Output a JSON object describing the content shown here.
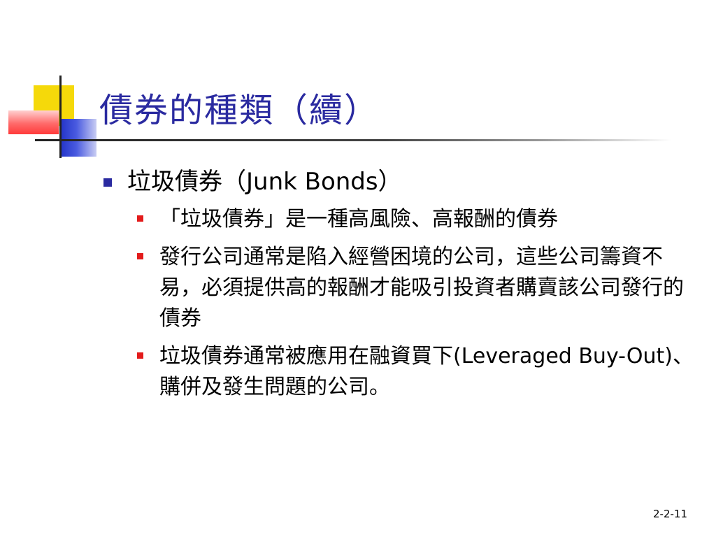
{
  "slide": {
    "title": "債券的種類（續）",
    "bullets": [
      {
        "text_zh": "垃圾債券（",
        "text_en": "Junk Bonds",
        "text_end": "）",
        "sub": [
          {
            "text": "「垃圾債券」是一種高風險、高報酬的債券"
          },
          {
            "text": "發行公司通常是陷入經營困境的公司，這些公司籌資不易，必須提供高的報酬才能吸引投資者購賣該公司發行的債券"
          },
          {
            "text_zh": "垃圾債券通常被應用在融資買下",
            "text_en": "(Leveraged Buy-Out)",
            "text_end": "、購併及發生問題的公司。"
          }
        ]
      }
    ],
    "page_number": "2-2-11",
    "colors": {
      "title": "#2a2aa0",
      "bullet_l1": "#2a2aa0",
      "bullet_l2": "#e31b1b",
      "deco_yellow": "#f5d90a",
      "deco_blue": "#2233c8",
      "deco_red": "#ff3a3a"
    }
  }
}
